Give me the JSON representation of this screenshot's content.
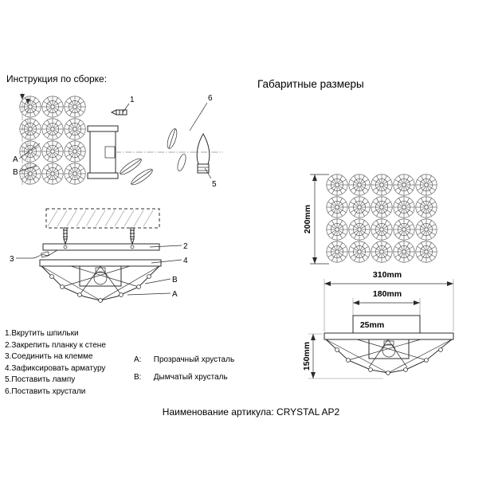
{
  "titles": {
    "left": "Инструкция по сборке:",
    "right": "Габаритные размеры"
  },
  "steps": [
    "1.Вкрутить шпильки",
    "2.Закрепить планку к стене",
    "3.Соединить на клемме",
    "4.Зафиксировать арматуру",
    "5.Поставить лампу",
    "6.Поставить хрустали"
  ],
  "legend": {
    "a_key": "A:",
    "a_value": "Прозрачный хрусталь",
    "b_key": "B:",
    "b_value": "Дымчатый хрусталь"
  },
  "callouts": {
    "n1": "1",
    "n2": "2",
    "n3": "3",
    "n4": "4",
    "n5": "5",
    "n6": "6",
    "a": "A",
    "b": "B"
  },
  "dimensions": {
    "panel_height": "200mm",
    "total_width": "310mm",
    "plate_width": "180mm",
    "plate_height": "25mm",
    "fixture_height": "150mm"
  },
  "footer": {
    "article": "Наименование артикула: CRYSTAL AP2"
  }
}
